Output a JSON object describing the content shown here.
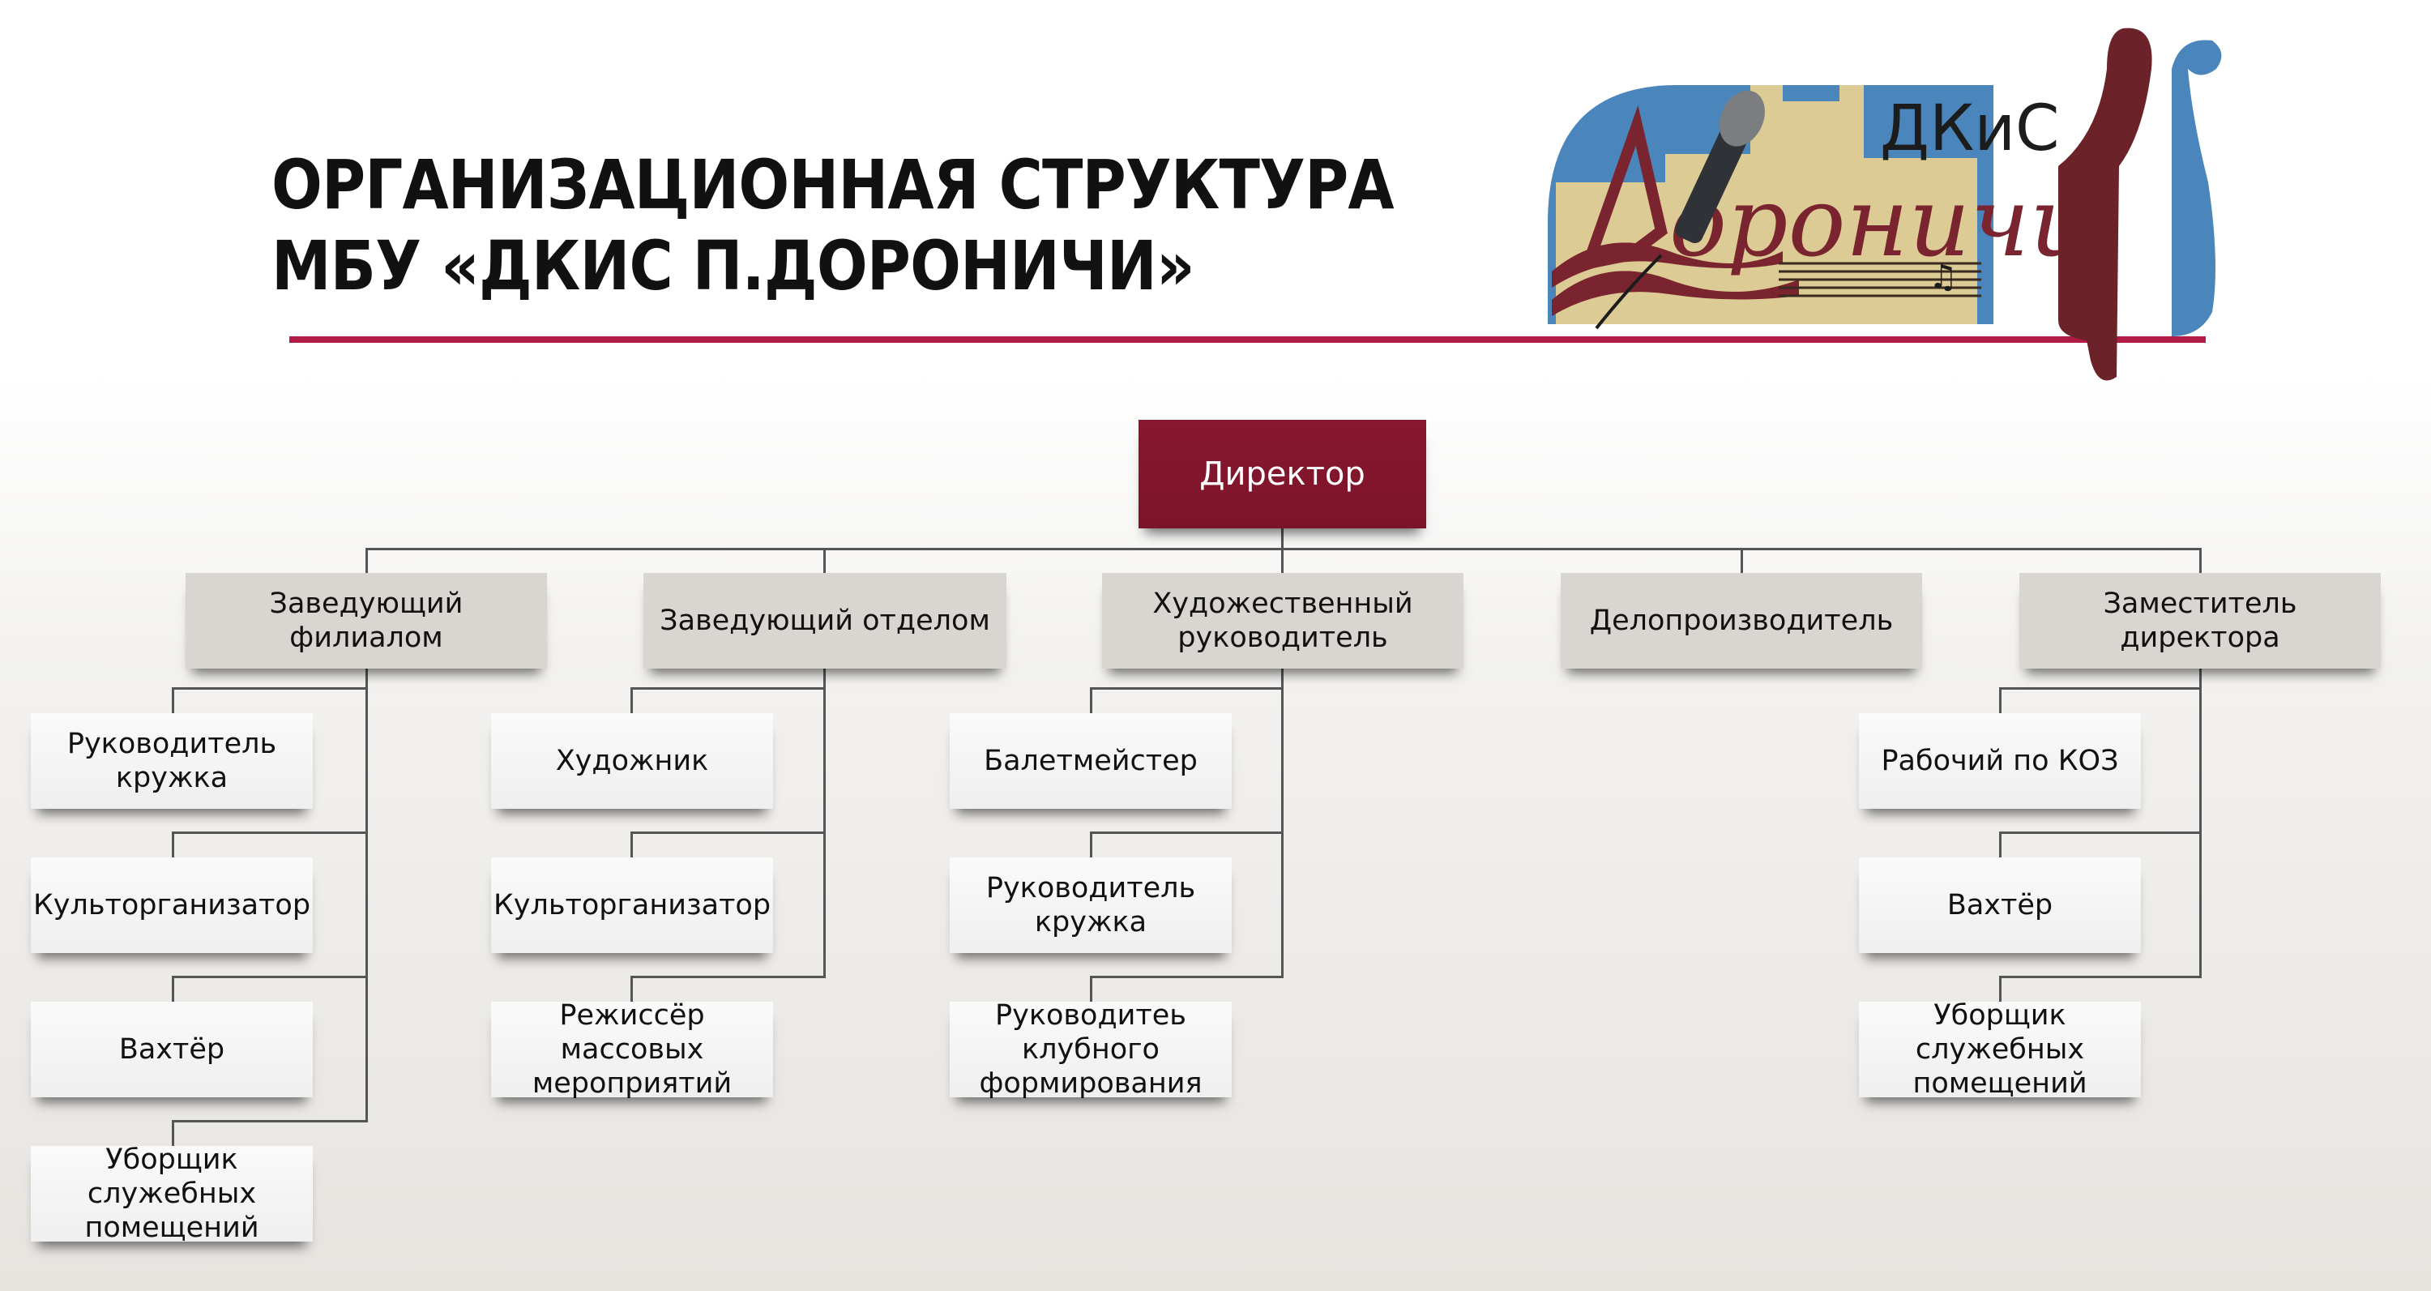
{
  "header": {
    "title_line1": "ОРГАНИЗАЦИОННАЯ СТРУКТУРА",
    "title_line2": "МБУ «ДКИС П.ДОРОНИЧИ»",
    "rule_color": "#b01c44"
  },
  "logo": {
    "abbr": "ДКиС",
    "name": "Доронічи",
    "colors": {
      "blue": "#4a86bb",
      "sand": "#dccb94",
      "maroon": "#6b2228"
    }
  },
  "org_chart": {
    "root": {
      "label": "Директор",
      "color": "#80152d"
    },
    "departments": [
      {
        "label": "Заведующий филиалом",
        "children": [
          "Руководитель кружка",
          "Культорганизатор",
          "Вахтёр",
          "Уборщик служебных помещений"
        ]
      },
      {
        "label": "Заведующий отделом",
        "children": [
          "Художник",
          "Культорганизатор",
          "Режиссёр массовых мероприятий"
        ]
      },
      {
        "label": "Художественный руководитель",
        "children": [
          "Балетмейстер",
          "Руководитель кружка",
          "Руководитеь клубного формирования"
        ]
      },
      {
        "label": "Делопроизводитель",
        "children": []
      },
      {
        "label": "Заместитель директора",
        "children": [
          "Рабочий по КОЗ",
          "Вахтёр",
          "Уборщик служебных помещений"
        ]
      }
    ]
  }
}
